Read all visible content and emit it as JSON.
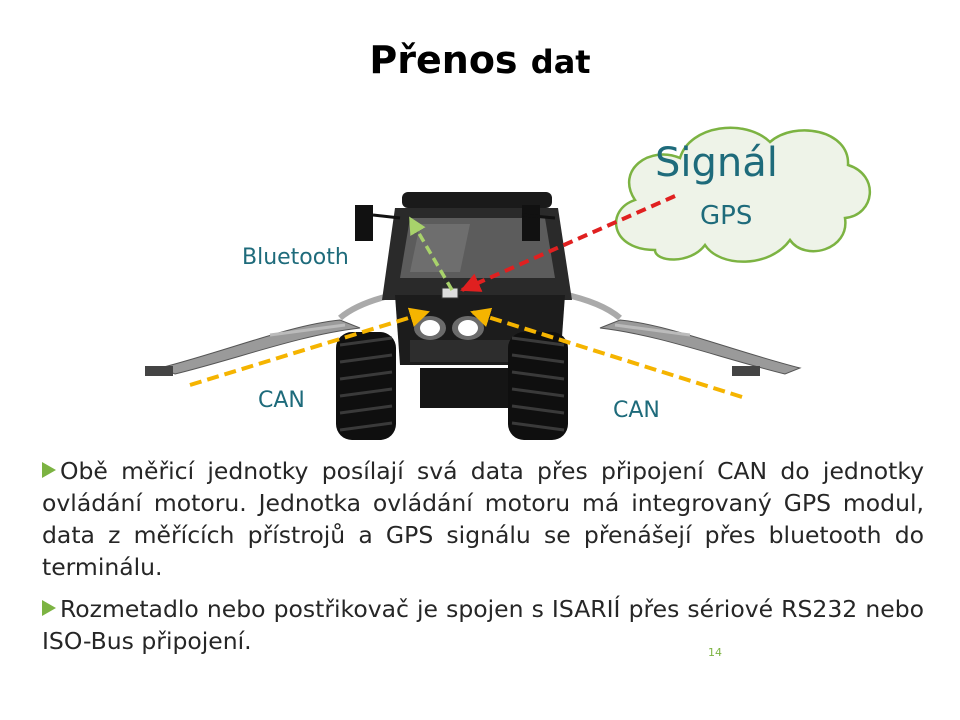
{
  "title_main": "Přenos",
  "title_small": "dat",
  "cloud": {
    "line1": "Signál",
    "line2": "GPS",
    "fill": "#eef3e8",
    "stroke": "#7cb342"
  },
  "labels": {
    "bluetooth": "Bluetooth",
    "can_left": "CAN",
    "can_right": "CAN"
  },
  "colors": {
    "can_arrow": "#f5b400",
    "gps_arrow": "#e02020",
    "bluetooth_arrow": "#a8d26b",
    "label": "#1e6b7b",
    "bullet": "#7cb342"
  },
  "bullets": [
    "Obě měřicí jednotky posílají svá data přes připojení CAN do jednotky ovládání motoru. Jednotka ovládání motoru má integrovaný GPS modul, data z měřících přístrojů a GPS signálu se přenášejí přes bluetooth do terminálu.",
    "Rozmetadlo nebo postřikovač je spojen s ISARIÍ přes sériové RS232 nebo ISO-Bus připojení."
  ],
  "page_number": "14"
}
